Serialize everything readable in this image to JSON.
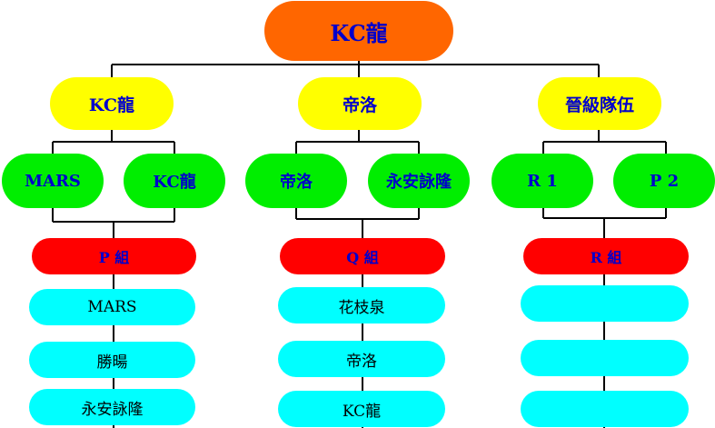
{
  "colors": {
    "root": "#ff6600",
    "level1": "#ffff00",
    "level2": "#00ee00",
    "group": "#ff0000",
    "member": "#00ffff",
    "heading_text": "#0000cc",
    "member_text": "#000000",
    "line": "#000000"
  },
  "root": {
    "label": "KC龍"
  },
  "branches": [
    {
      "label": "KC龍",
      "teams": [
        "MARS",
        "KC龍"
      ],
      "group": "P 組",
      "members": [
        "MARS",
        "勝暘",
        "永安詠隆"
      ]
    },
    {
      "label": "帝洛",
      "teams": [
        "帝洛",
        "永安詠隆"
      ],
      "group": "Q 組",
      "members": [
        "花枝泉",
        "帝洛",
        "KC龍"
      ]
    },
    {
      "label": "晉級隊伍",
      "teams": [
        "R 1",
        "P 2"
      ],
      "group": "R 組",
      "members": [
        "",
        "",
        ""
      ]
    }
  ]
}
